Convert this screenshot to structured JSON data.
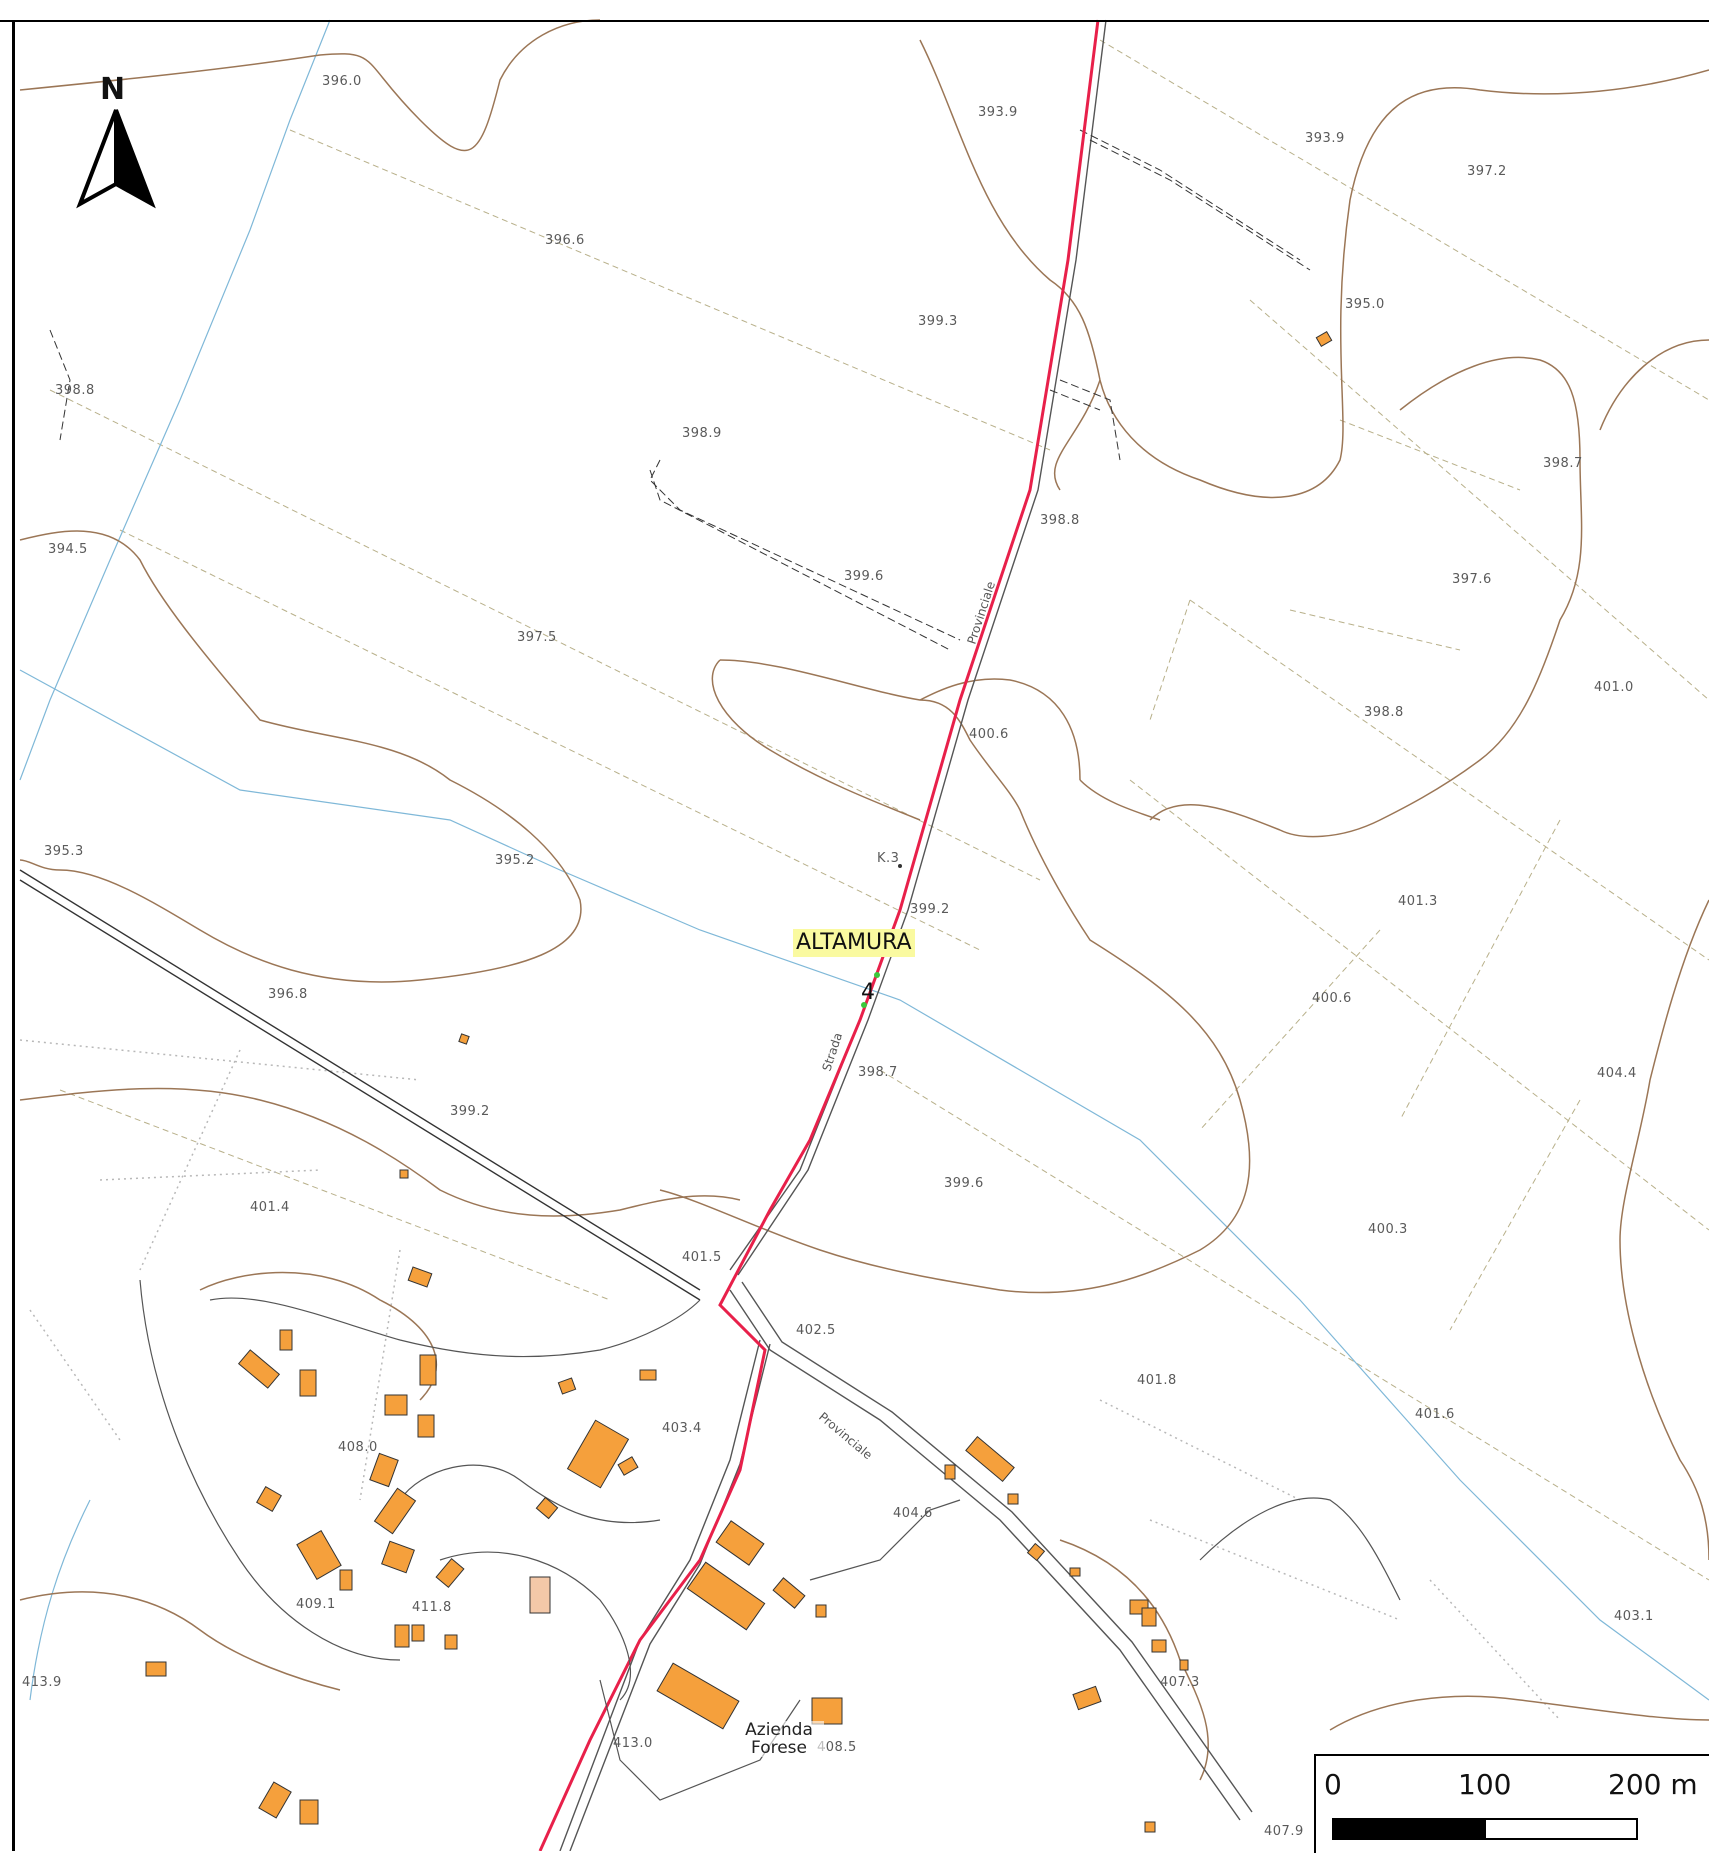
{
  "map": {
    "north_letter": "N",
    "place_label": "ALTAMURA",
    "km_marker": "4",
    "farm_name": "Azienda\nForese",
    "road_labels": [
      "Provinciale",
      "Strada",
      "Provinciale"
    ],
    "benchmark": "K.3",
    "elevations": [
      "396.0",
      "393.9",
      "393.9",
      "397.2",
      "396.6",
      "399.3",
      "395.0",
      "398.8",
      "398.9",
      "398.7",
      "398.8",
      "394.5",
      "399.6",
      "397.6",
      "397.5",
      "401.0",
      "398.8",
      "400.6",
      "395.3",
      "395.2",
      "399.2",
      "401.3",
      "396.8",
      "400.6",
      "398.7",
      "404.4",
      "399.2",
      "399.6",
      "401.4",
      "400.3",
      "401.5",
      "402.5",
      "401.8",
      "401.6",
      "403.4",
      "408.0",
      "404.6",
      "409.1",
      "411.8",
      "403.1",
      "413.9",
      "407.3",
      "413.0",
      "408.5",
      "407.9"
    ],
    "colors": {
      "route": "#e8204a",
      "contour": "#9b7656",
      "building": "#f5a03c",
      "stream": "#7fb8d8",
      "field": "#b8b08a"
    }
  },
  "scale": {
    "labels": [
      "0",
      "100",
      "200 m"
    ]
  }
}
